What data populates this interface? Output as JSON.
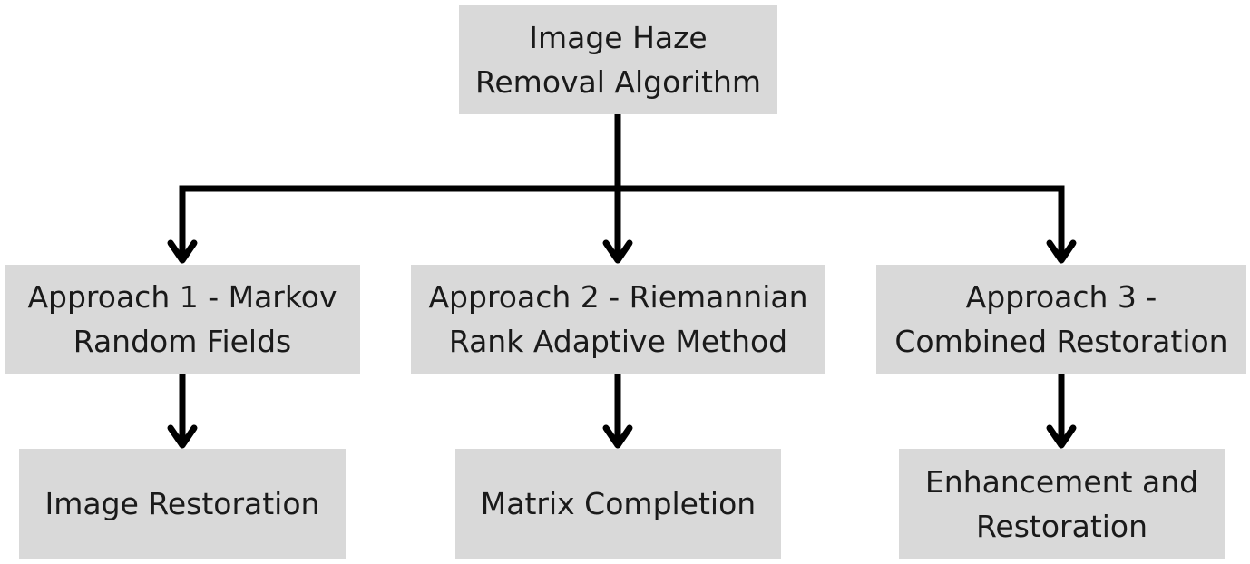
{
  "diagram": {
    "colors": {
      "node_fill": "#d9d9d9",
      "text": "#1a1a1a",
      "connector": "#000000"
    },
    "root": {
      "lines": [
        "Image Haze",
        "Removal Algorithm"
      ]
    },
    "approaches": [
      {
        "lines": [
          "Approach 1 - Markov",
          "Random Fields"
        ]
      },
      {
        "lines": [
          "Approach 2 - Riemannian",
          "Rank Adaptive Method"
        ]
      },
      {
        "lines": [
          "Approach 3 -",
          "Combined Restoration"
        ]
      }
    ],
    "results": [
      {
        "lines": [
          "Image Restoration"
        ]
      },
      {
        "lines": [
          "Matrix Completion"
        ]
      },
      {
        "lines": [
          "Enhancement and",
          "Restoration"
        ]
      }
    ]
  }
}
